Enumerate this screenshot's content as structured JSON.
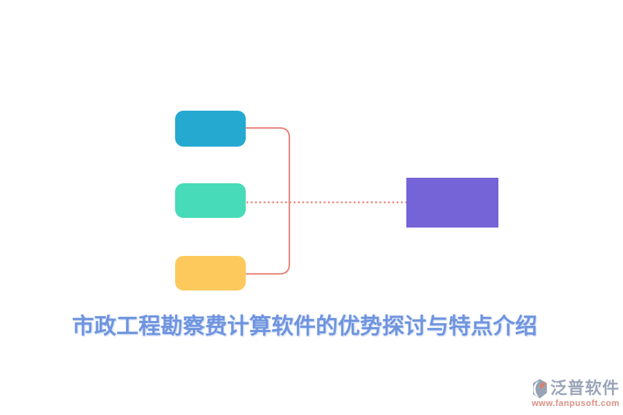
{
  "canvas": {
    "background": "#ffffff"
  },
  "diagram": {
    "left_nodes": [
      {
        "id": "topic-1",
        "color": "#26A9D0"
      },
      {
        "id": "topic-2",
        "color": "#47DBB9"
      },
      {
        "id": "topic-3",
        "color": "#FDC95C"
      }
    ],
    "right_node": {
      "id": "summary-node",
      "color": "#7563D8"
    },
    "connector_color": "#E8867A"
  },
  "title": {
    "text": "市政工程勘察费计算软件的优势探讨与特点介绍",
    "color": "#7095DF"
  },
  "footer_logo": {
    "brand": "泛普软件",
    "url": "www.fanpusoft.com",
    "brand_color": "#9AA5B8",
    "url_color": "#DC9184",
    "icon_base_color": "#98A3B5",
    "icon_accent_color": "#D9826F"
  }
}
